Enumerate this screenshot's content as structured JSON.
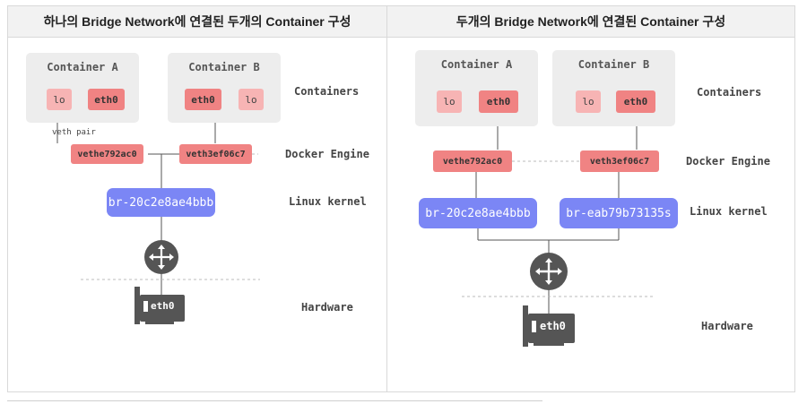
{
  "left": {
    "title": "하나의 Bridge Network에 연결된 두개의 Container 구성",
    "container_a": "Container A",
    "container_b": "Container B",
    "lo": "lo",
    "eth0": "eth0",
    "veth_a": "vethe792ac0",
    "veth_b": "veth3ef06c7",
    "veth_pair": "veth pair",
    "bridge": "br-20c2e8ae4bbb",
    "nic": "eth0",
    "labels": {
      "containers": "Containers",
      "docker_engine": "Docker Engine",
      "linux_kernel": "Linux kernel",
      "hardware": "Hardware"
    }
  },
  "right": {
    "title": "두개의 Bridge Network에 연결된 Container 구성",
    "container_a": "Container A",
    "container_b": "Container B",
    "lo": "lo",
    "eth0": "eth0",
    "veth_a": "vethe792ac0",
    "veth_b": "veth3ef06c7",
    "bridge_1": "br-20c2e8ae4bbb",
    "bridge_2": "br-eab79b73135s",
    "nic": "eth0",
    "labels": {
      "containers": "Containers",
      "docker_engine": "Docker Engine",
      "linux_kernel": "Linux kernel",
      "hardware": "Hardware"
    }
  }
}
